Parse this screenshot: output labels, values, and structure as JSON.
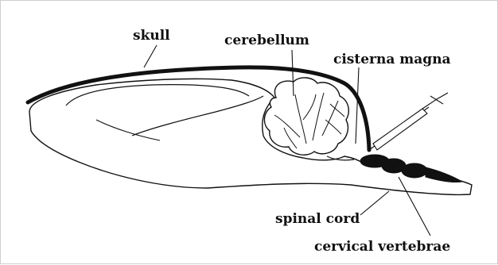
{
  "labels": {
    "skull": "skull",
    "cerebellum": "cerebellum",
    "cisterna_magna": "cisterna magna",
    "spinal_cord": "spinal cord",
    "cervical_vertebrae": "cervical vertebrae"
  },
  "colors": {
    "background": "#ffffff",
    "ink": "#111111",
    "frame": "#cfcfcf"
  }
}
